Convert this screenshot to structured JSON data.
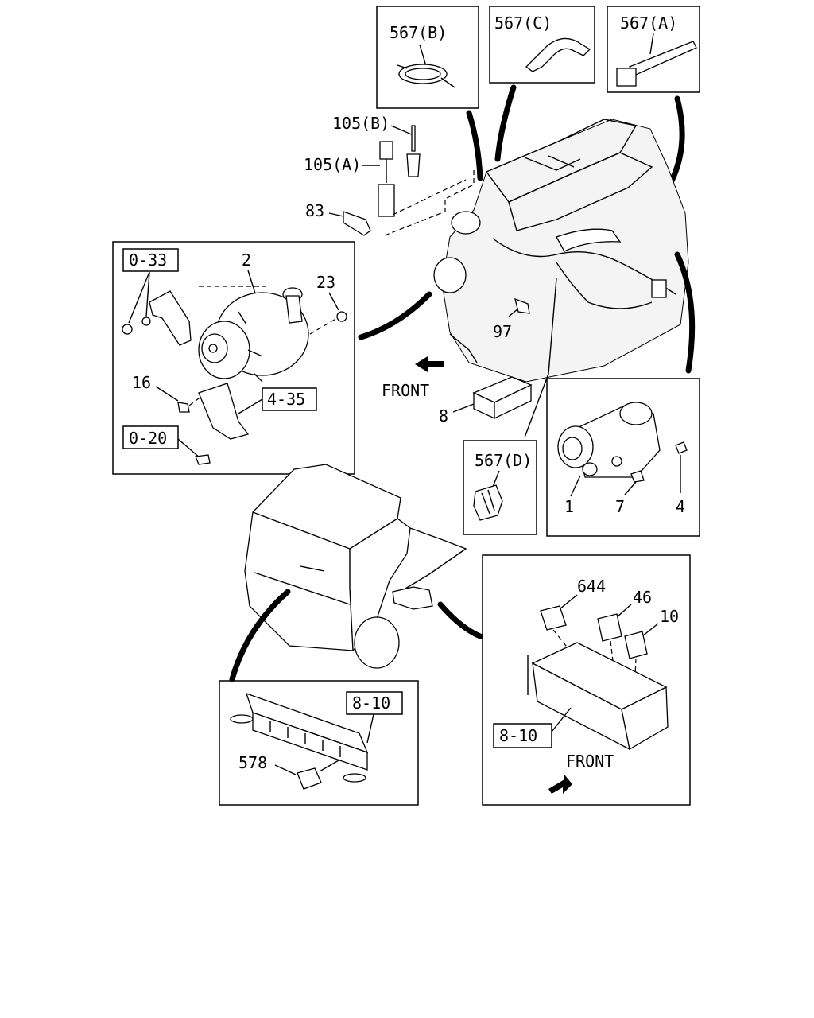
{
  "callouts": {
    "c567b": "567(B)",
    "c567c": "567(C)",
    "c567a": "567(A)",
    "c105b": "105(B)",
    "c105a": "105(A)",
    "c83": "83",
    "c2": "2",
    "c23": "23",
    "c97": "97",
    "c16": "16",
    "c8": "8",
    "c567d": "567(D)",
    "c1": "1",
    "c7": "7",
    "c4": "4",
    "c644": "644",
    "c46": "46",
    "c10": "10",
    "c578": "578"
  },
  "refs": {
    "r033": "0-33",
    "r435": "4-35",
    "r020": "0-20",
    "r810_left": "8-10",
    "r810_right": "8-10"
  },
  "front_labels": {
    "front_engine": "FRONT",
    "front_relay": "FRONT"
  }
}
